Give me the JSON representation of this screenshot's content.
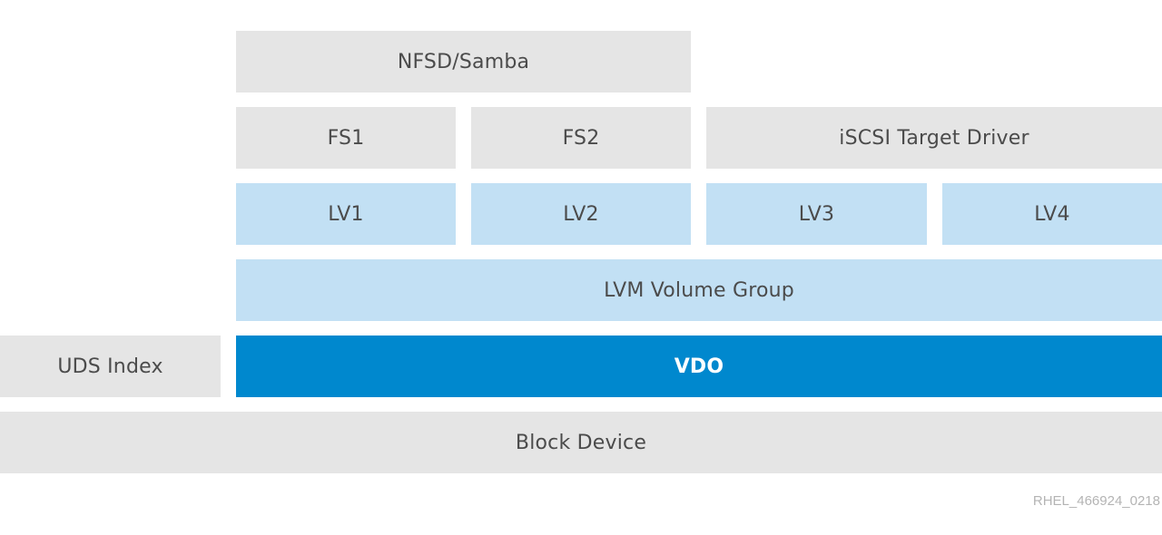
{
  "diagram": {
    "layers": {
      "nfsd_samba": "NFSD/Samba",
      "fs1": "FS1",
      "fs2": "FS2",
      "iscsi_target_driver": "iSCSI Target Driver",
      "lv1": "LV1",
      "lv2": "LV2",
      "lv3": "LV3",
      "lv4": "LV4",
      "lvm_volume_group": "LVM Volume Group",
      "uds_index": "UDS Index",
      "vdo": "VDO",
      "block_device": "Block Device"
    },
    "figure_id": "RHEL_466924_0218"
  },
  "colors": {
    "gray_layer": "#e5e5e5",
    "light_blue_layer": "#c2e0f4",
    "vdo_blue": "#0088ce",
    "label_text": "#4b4b4b",
    "figure_id_text": "#b4b4b4"
  }
}
